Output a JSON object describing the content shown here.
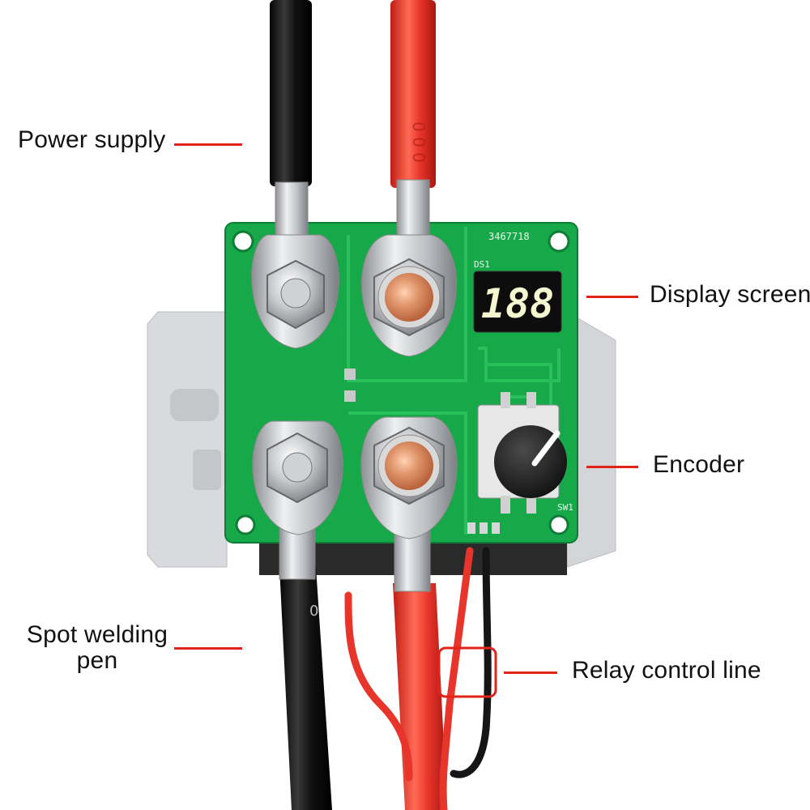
{
  "labels": {
    "power_supply": "Power supply",
    "display_screen": "Display screen",
    "encoder": "Encoder",
    "spot_welding_pen_line1": "Spot welding",
    "spot_welding_pen_line2": "pen",
    "relay_control_line": "Relay control line"
  },
  "board": {
    "serial": "3467718",
    "display_ref": "DS1",
    "display_digits": "188",
    "switch_ref": "SW1"
  },
  "cable_marking": "0",
  "colors": {
    "leader_line": "#e2231a",
    "pcb_green": "#17a84a",
    "cable_red": "#e8352b",
    "cable_black": "#1a1a1a",
    "display_digits": "#f5f7d0"
  }
}
